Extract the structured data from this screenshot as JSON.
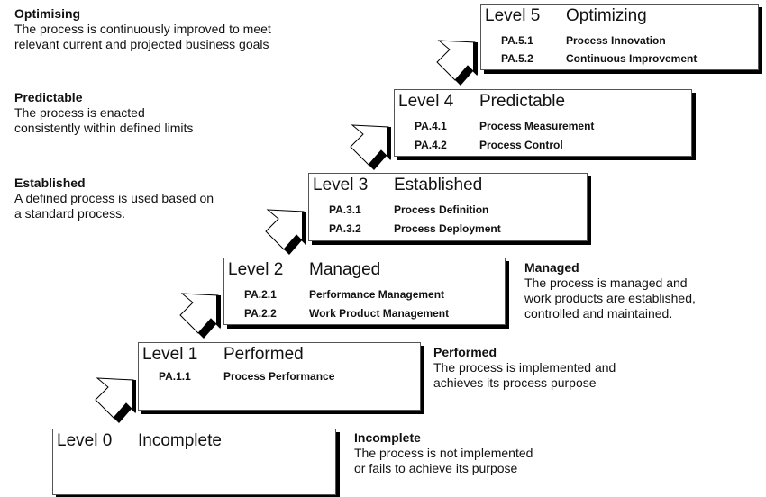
{
  "levels": [
    {
      "level": "Level 0",
      "name": "Incomplete",
      "attributes": []
    },
    {
      "level": "Level 1",
      "name": "Performed",
      "attributes": [
        {
          "id": "PA.1.1",
          "name": "Process Performance"
        }
      ]
    },
    {
      "level": "Level 2",
      "name": "Managed",
      "attributes": [
        {
          "id": "PA.2.1",
          "name": "Performance Management"
        },
        {
          "id": "PA.2.2",
          "name": "Work Product Management"
        }
      ]
    },
    {
      "level": "Level 3",
      "name": "Established",
      "attributes": [
        {
          "id": "PA.3.1",
          "name": "Process Definition"
        },
        {
          "id": "PA.3.2",
          "name": "Process Deployment"
        }
      ]
    },
    {
      "level": "Level 4",
      "name": "Predictable",
      "attributes": [
        {
          "id": "PA.4.1",
          "name": "Process Measurement"
        },
        {
          "id": "PA.4.2",
          "name": "Process Control"
        }
      ]
    },
    {
      "level": "Level 5",
      "name": "Optimizing",
      "attributes": [
        {
          "id": "PA.5.1",
          "name": "Process Innovation"
        },
        {
          "id": "PA.5.2",
          "name": "Continuous Improvement"
        }
      ]
    }
  ],
  "descriptions": {
    "incomplete": {
      "heading": "Incomplete",
      "lines": [
        "The process is not implemented",
        "or fails to achieve its purpose"
      ]
    },
    "performed": {
      "heading": "Performed",
      "lines": [
        "The process is implemented and",
        "achieves its process purpose"
      ]
    },
    "managed": {
      "heading": "Managed",
      "lines": [
        "The process is managed and",
        "work products are established,",
        "controlled and maintained."
      ]
    },
    "established": {
      "heading": "Established",
      "lines": [
        "A defined process is used based on",
        "a standard process."
      ]
    },
    "predictable": {
      "heading": "Predictable",
      "lines": [
        "The process is enacted",
        "consistently within defined limits"
      ]
    },
    "optimising": {
      "heading": "Optimising",
      "lines": [
        "The process is continuously improved to meet",
        "relevant current and projected business goals"
      ]
    }
  }
}
